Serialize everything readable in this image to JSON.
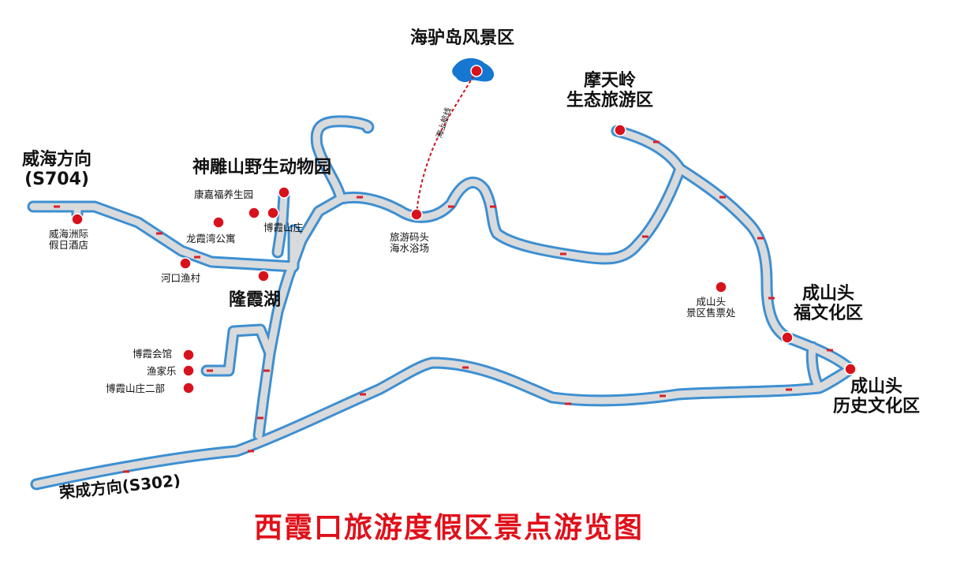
{
  "map_title": "西霞口旅游度假区景点游览图",
  "colors": {
    "road_border": "#3d8fd1",
    "road_fill": "#d9dadc",
    "poi": "#d8121c",
    "title": "#e0101a",
    "lake": "#1677d0"
  },
  "directions": {
    "weihai_line1": "威海方向",
    "weihai_line2": "(S704)",
    "rongcheng": "荣成方向(S302)"
  },
  "areas": {
    "hailv_island": "海驴岛风景区",
    "shendiao_zoo": "神雕山野生动物园",
    "longxia_lake": "隆霞湖",
    "motianling_line1": "摩天岭",
    "motianling_line2": "生态旅游区",
    "chengshantou_fu_line1": "成山头",
    "chengshantou_fu_line2": "福文化区",
    "chengshantou_history_line1": "成山头",
    "chengshantou_history_line2": "历史文化区"
  },
  "pois": {
    "kangjia": "康嘉福养生园",
    "longxiawan": "龙霞湾公寓",
    "boxia_villa": "博霞山庄",
    "hekou": "河口渔村",
    "weihai_hotel_line1": "威海洲际",
    "weihai_hotel_line2": "假日酒店",
    "ferry_pier_line1": "旅游码头",
    "ferry_pier_line2": "海水浴场",
    "ticket_line1": "成山头",
    "ticket_line2": "景区售票处",
    "boxia_hall": "博霞会馆",
    "yujiale": "渔家乐",
    "boxia_villa2": "博霞山庄二部"
  },
  "ferry_route": "海上航线"
}
